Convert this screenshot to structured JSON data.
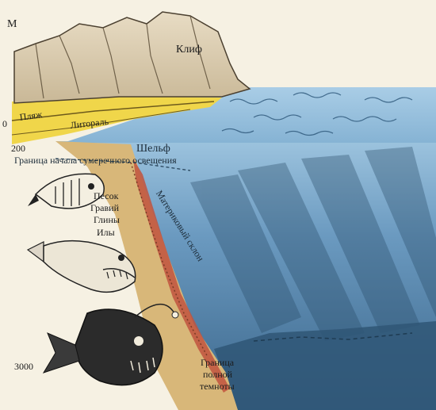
{
  "labels": {
    "m": "М",
    "cliff": "Клиф",
    "beach": "Пляж",
    "littoral": "Литораль",
    "depth_200": "200",
    "shelf": "Шельф",
    "twilight_boundary": "Граница начала сумеречного освещения",
    "sediments": [
      "Песок",
      "Гравий",
      "Глины",
      "Илы"
    ],
    "continental_slope": "Материковый склон",
    "depth_3000": "3000",
    "darkness_boundary": [
      "Граница",
      "полной",
      "темноты"
    ],
    "zero": "0"
  },
  "colors": {
    "paper": "#f6f1e3",
    "cliff": "#d9cbb0",
    "beach": "#f0d64a",
    "water_surface": "#8fb9d6",
    "deep_water": "#3f6f96",
    "slope_sediment": "#d8b779",
    "slope_red": "#c1533e"
  }
}
